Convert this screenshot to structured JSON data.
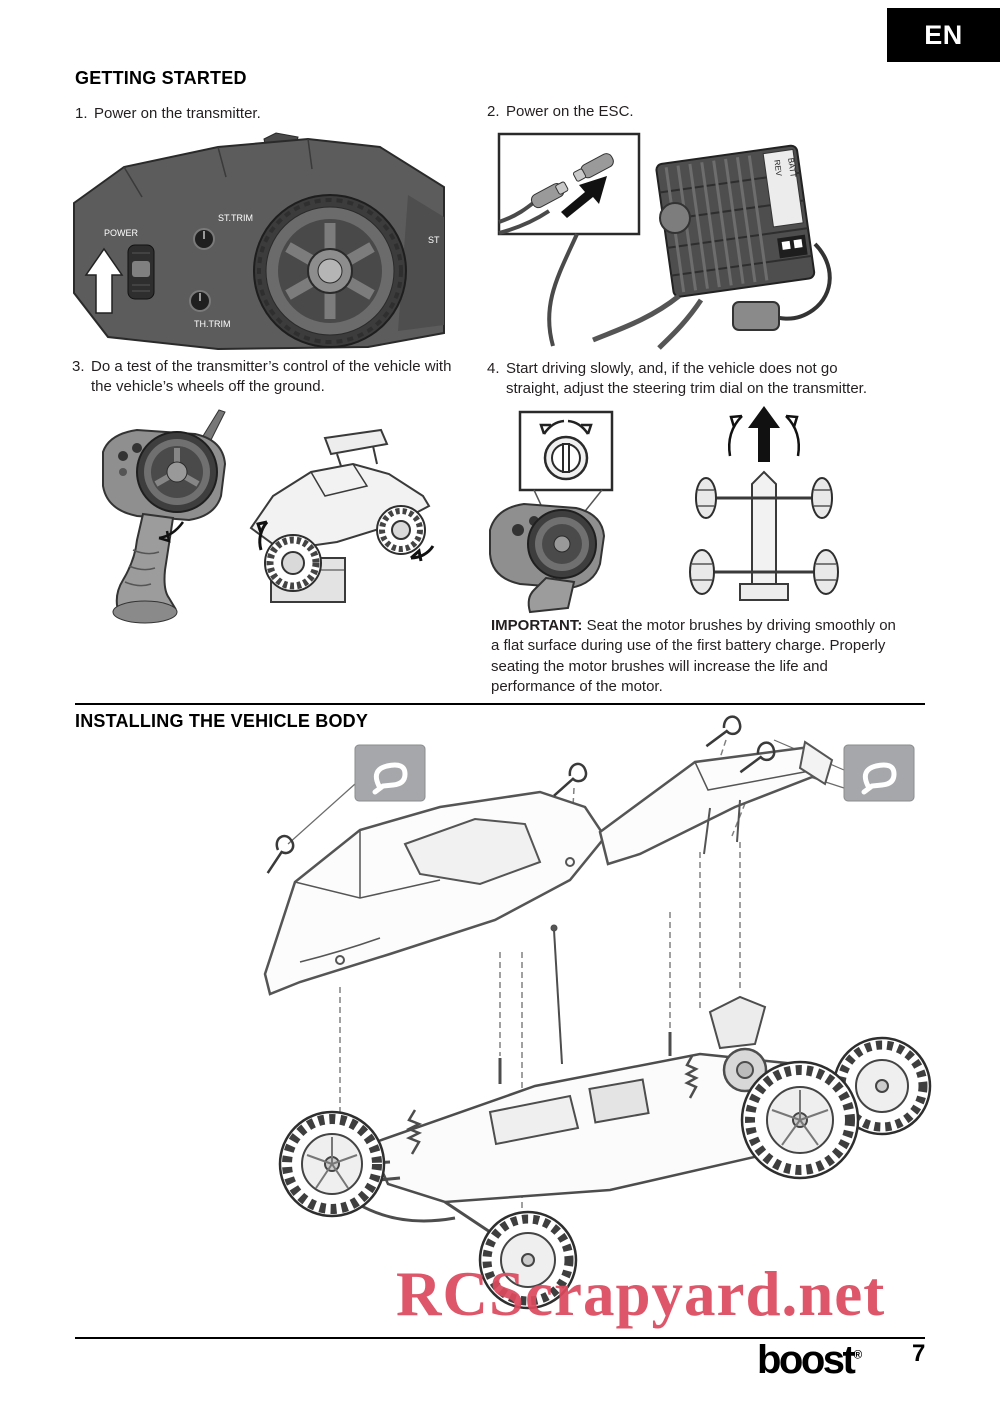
{
  "page": {
    "lang_badge": "EN",
    "page_number": "7",
    "brand": "boost",
    "brand_reg": "®",
    "watermark": "RCScrapyard.net"
  },
  "getting_started": {
    "title": "GETTING STARTED",
    "steps": [
      {
        "num": "1.",
        "text": "Power on the transmitter."
      },
      {
        "num": "2.",
        "text": "Power on the ESC."
      },
      {
        "num": "3.",
        "text": "Do a test of the transmitter’s control of the vehicle with the vehicle’s wheels off the ground."
      },
      {
        "num": "4.",
        "text": "Start driving slowly, and, if the vehicle does not go straight, adjust the steering trim dial on the transmitter."
      }
    ],
    "important_label": "IMPORTANT:",
    "important_text": "Seat the motor brushes by driving smoothly on a flat surface during use of the first battery charge. Properly seating the motor brushes will increase the life and performance of the motor."
  },
  "installing_body": {
    "title": "INSTALLING THE VEHICLE BODY"
  },
  "illustration_labels": {
    "power": "POWER",
    "st_trim": "ST.TRIM",
    "th_trim": "TH.TRIM",
    "st_partial": "ST",
    "rev": "REV",
    "batt": "BATT"
  }
}
